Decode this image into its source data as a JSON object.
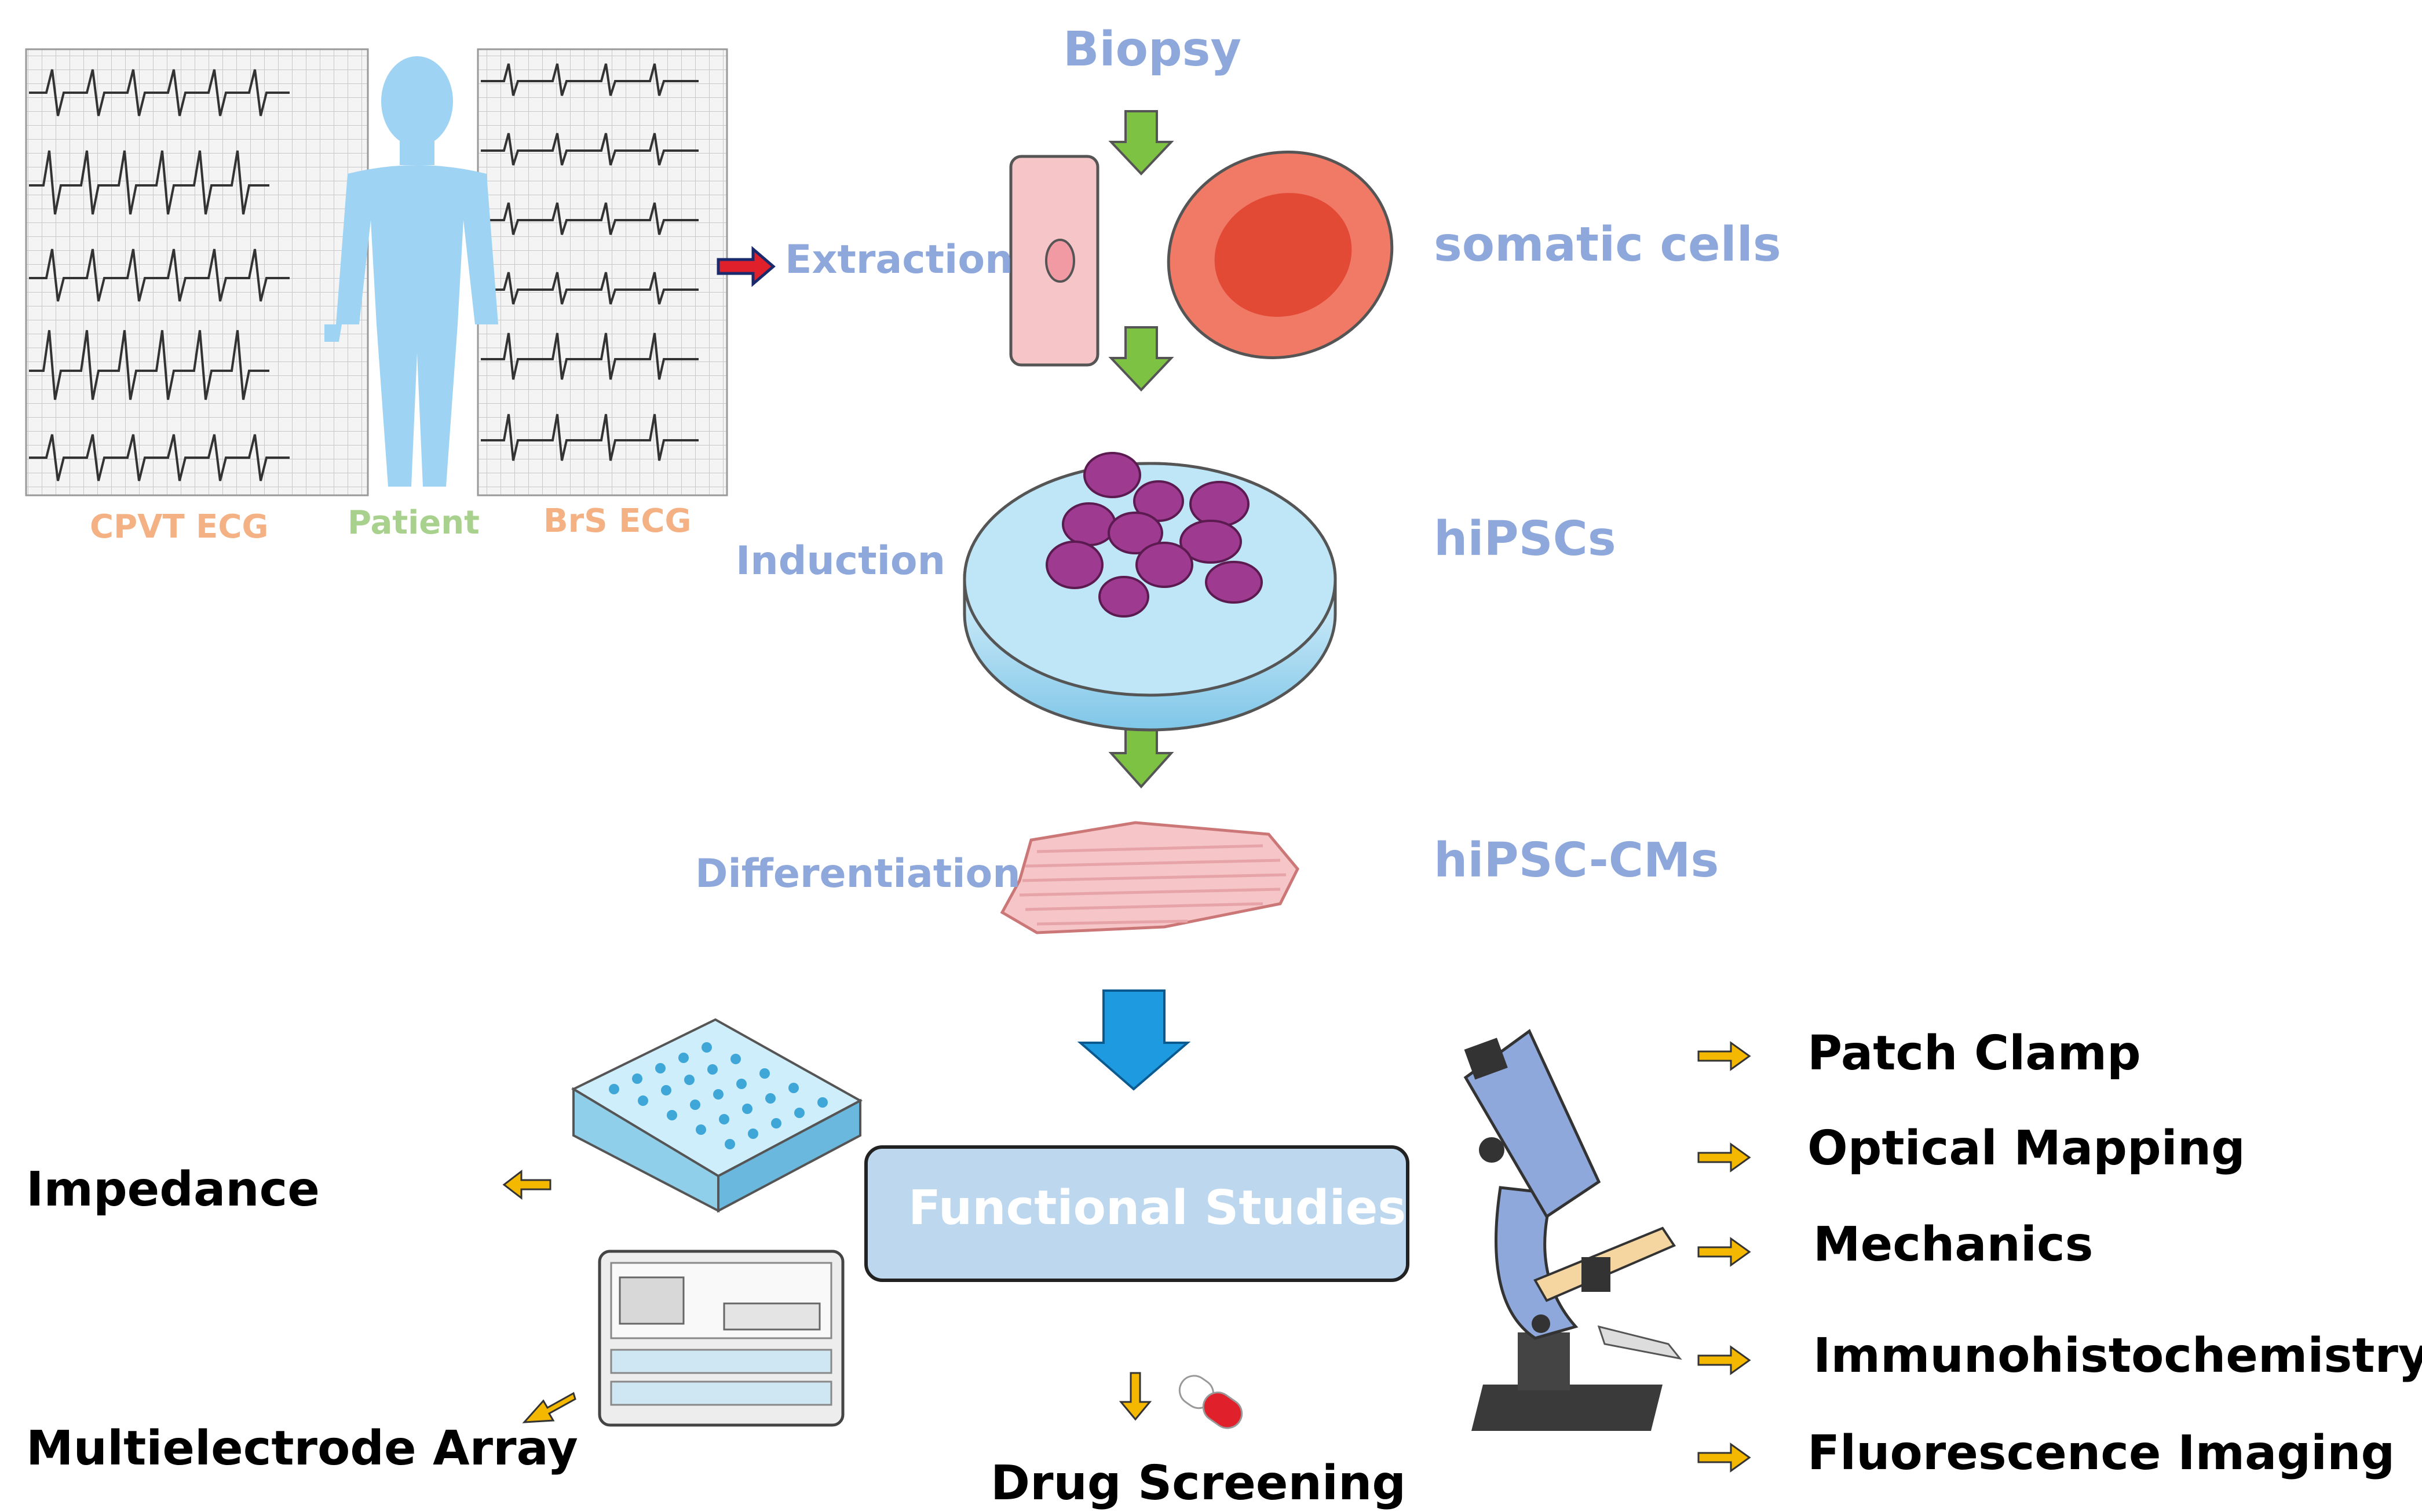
{
  "top_left": {
    "cpvt_label": "CPVT ECG",
    "patient_label": "Patient",
    "brs_label": "BrS ECG"
  },
  "steps": {
    "biopsy": "Biopsy",
    "extraction": "Extraction",
    "somatic_cells": "somatic cells",
    "induction": "Induction",
    "hipscs": "hiPSCs",
    "differentiation": "Differentiation",
    "hipsc_cms": "hiPSC-CMs"
  },
  "center": {
    "functional_studies": "Functional Studies"
  },
  "left_methods": {
    "impedance": "Impedance",
    "multielectrode": "Multielectrode Array"
  },
  "bottom": {
    "drug_screening": "Drug Screening"
  },
  "right_methods": [
    "Patch Clamp",
    "Optical Mapping",
    "Mechanics",
    "Immunohistochemistry",
    "Fluorescence Imaging"
  ],
  "colors": {
    "step_text": "#8FA8DC",
    "ecg_label": "#F4B183",
    "patient_label": "#A9D18E",
    "green_arrow": "#7DC242",
    "blue_arrow": "#1E9BE0",
    "yellow_arrow": "#F5B800",
    "red_arrow": "#E0202A",
    "box_fill": "#BDD7EE"
  }
}
